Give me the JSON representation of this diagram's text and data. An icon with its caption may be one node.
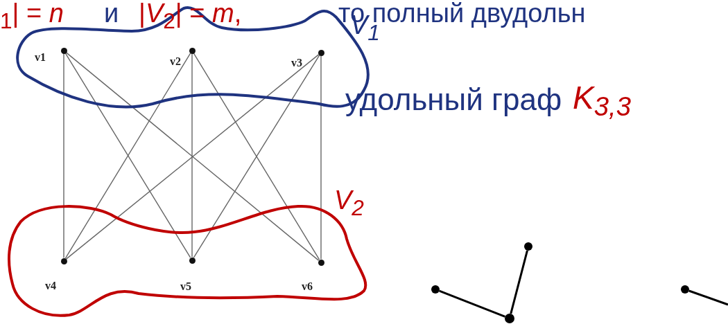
{
  "diagram": {
    "nodes": [
      {
        "text": [
          "V$_{1}$"
        ]
      },
      {
        "text": [
          "v1"
        ],
        "in": 0
      },
      {
        "text": [
          "v2"
        ],
        "in": 0
      },
      {
        "text": [
          "v3"
        ],
        "in": 0
      },
      {
        "text": [
          "V$_{2}$"
        ]
      },
      {
        "text": [
          "v4"
        ],
        "in": 4
      },
      {
        "text": [
          "v5"
        ],
        "in": 4
      },
      {
        "text": [
          "v6"
        ],
        "in": 4
      },
      {
        "text": [],
        "shape": "circle"
      },
      {
        "text": [],
        "shape": "circle"
      },
      {
        "text": [],
        "shape": "circle"
      },
      {
        "text": [],
        "shape": "circle"
      }
    ],
    "edges": [
      {
        "from": 1,
        "to": 5,
        "arrow": "none"
      },
      {
        "from": 1,
        "to": 6,
        "arrow": "none"
      },
      {
        "from": 1,
        "to": 7,
        "arrow": "none"
      },
      {
        "from": 2,
        "to": 5,
        "arrow": "none"
      },
      {
        "from": 2,
        "to": 6,
        "arrow": "none"
      },
      {
        "from": 2,
        "to": 7,
        "arrow": "none"
      },
      {
        "from": 3,
        "to": 5,
        "arrow": "none"
      },
      {
        "from": 3,
        "to": 6,
        "arrow": "none"
      },
      {
        "from": 3,
        "to": 7,
        "arrow": "none"
      },
      {
        "from": 8,
        "to": 10,
        "arrow": "none",
        "style": "thick",
        "color": "#000000"
      },
      {
        "from": 9,
        "to": 10,
        "arrow": "none",
        "style": "thick",
        "color": "#000000"
      },
      {
        "from": 11,
        "to": null,
        "arrow": "none",
        "style": "thick",
        "color": "#000000"
      }
    ],
    "labels": [
      "$_{1}$| = *n*",
      "и",
      "|*V*$_{2}$| = *m*,",
      "то полный двудольн",
      "удольный граф",
      "K$_{3,3}$"
    ]
  }
}
